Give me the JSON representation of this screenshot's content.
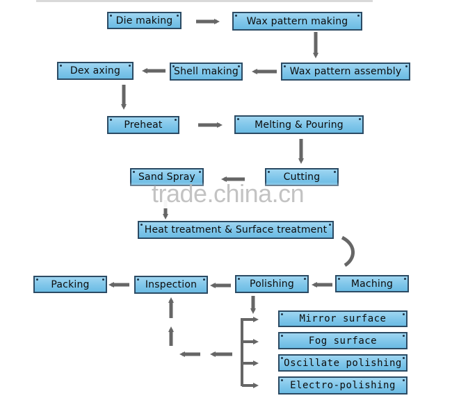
{
  "diagram": {
    "steps": {
      "die_making": "Die making",
      "wax_pattern_making": "Wax pattern making",
      "wax_pattern_assembly": "Wax pattern assembly",
      "shell_making": "Shell making",
      "dex_axing": "Dex axing",
      "preheat": "Preheat",
      "melting_pouring": "Melting & Pouring",
      "sand_spray": "Sand Spray",
      "cutting": "Cutting",
      "heat_treatment": "Heat treatment & Surface treatment",
      "maching": "Maching",
      "polishing": "Polishing",
      "inspection": "Inspection",
      "packing": "Packing"
    },
    "polishing_options": [
      "Mirror surface",
      "Fog surface",
      "Oscillate polishing",
      "Electro-polishing"
    ],
    "arrow_color": "#666666",
    "box_color": "#7fc6ea",
    "border_color": "#2b4a63"
  },
  "watermark": "trade.china.cn"
}
